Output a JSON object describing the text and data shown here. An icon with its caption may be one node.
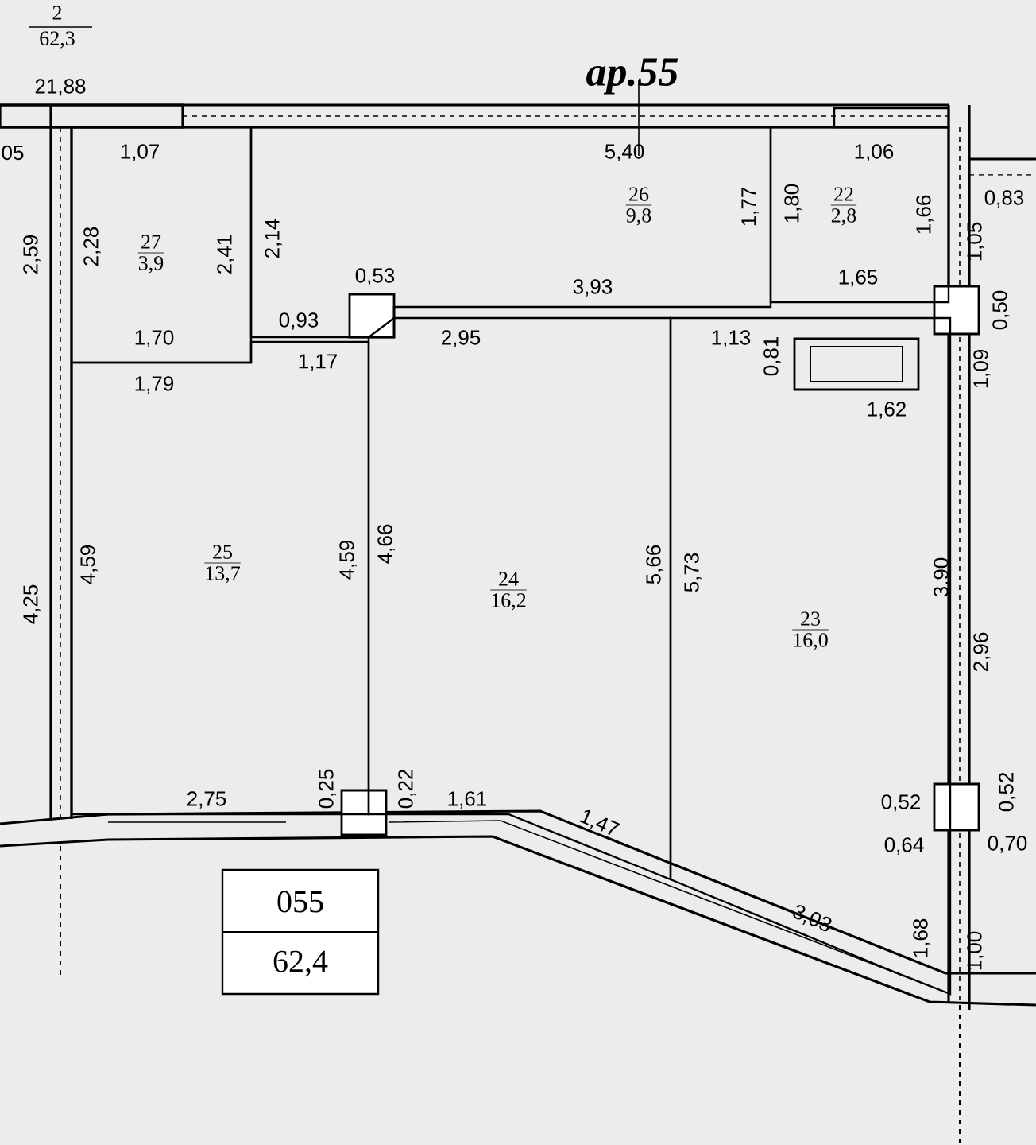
{
  "diagram": {
    "nodes": [
      {
        "text": [
          "27",
          "3,9"
        ]
      },
      {
        "text": [
          "26",
          "9,8"
        ]
      },
      {
        "text": [
          "22",
          "2,8"
        ]
      },
      {
        "text": [
          "25",
          "13,7"
        ]
      },
      {
        "text": [
          "24",
          "16,2"
        ]
      },
      {
        "text": [
          "23",
          "16,0"
        ]
      },
      {
        "text": [
          "055",
          "62,4"
        ]
      }
    ],
    "labels": [
      "2",
      "62,3",
      "21,88",
      "ap.55",
      "05",
      "1,07",
      "5,40",
      "1,06",
      "0,83",
      "2,59",
      "2,28",
      "2,41",
      "2,14",
      "1,77",
      "1,80",
      "1,66",
      "1,05",
      "0,53",
      "3,93",
      "1,65",
      "0,50",
      "0,93",
      "1,70",
      "2,95",
      "1,13",
      "1,17",
      "1,79",
      "0,81",
      "1,09",
      "1,62",
      "4,25",
      "4,59",
      "4,59",
      "4,66",
      "5,66",
      "5,73",
      "3,90",
      "2,96",
      "2,75",
      "0,25",
      "0,22",
      "1,61",
      "1,47",
      "0,52",
      "0,52",
      "0,64",
      "0,70",
      "3,03",
      "1,68",
      "1,00"
    ]
  }
}
